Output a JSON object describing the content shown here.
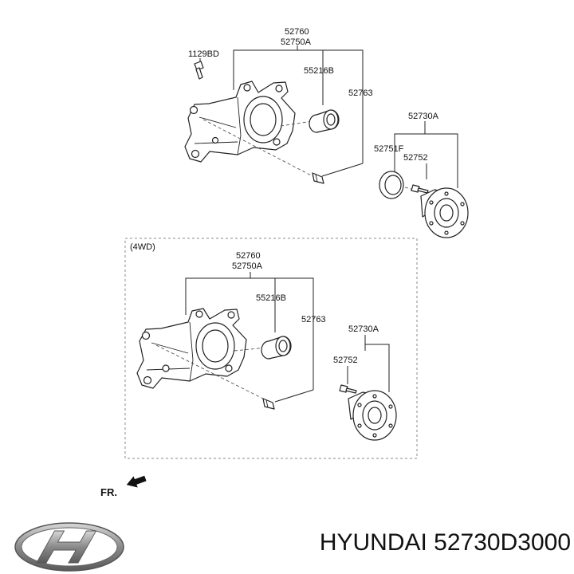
{
  "upper_assembly": {
    "labels": {
      "knuckle_a": "52760",
      "knuckle_b": "52750A",
      "bolt": "1129BD",
      "bush": "55216B",
      "stud": "52763",
      "hub": "52730A",
      "cover": "52751F",
      "hub_bolt": "52752"
    }
  },
  "lower_assembly": {
    "box_title": "(4WD)",
    "labels": {
      "knuckle_a": "52760",
      "knuckle_b": "52750A",
      "bush": "55216B",
      "stud": "52763",
      "hub": "52730A",
      "hub_bolt": "52752"
    }
  },
  "front_indicator": "FR.",
  "caption": {
    "brand": "HYUNDAI",
    "part_number": "52730D3000"
  },
  "logo_lettering": "H"
}
